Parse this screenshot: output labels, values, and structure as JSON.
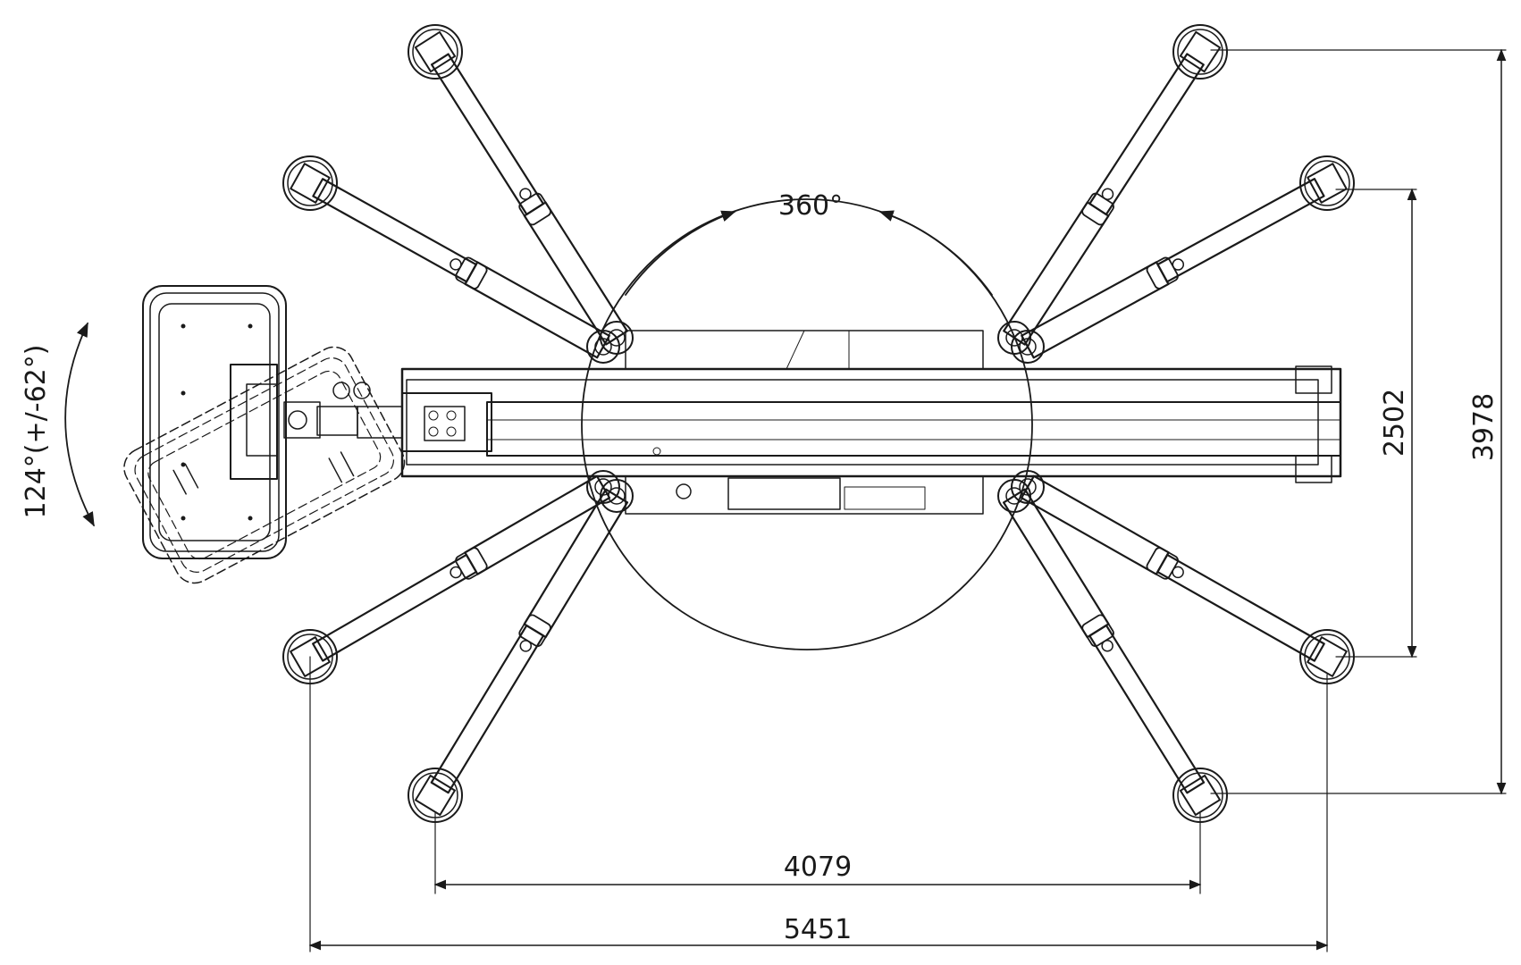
{
  "labels": {
    "rotation_turret": "360°",
    "rotation_basket": "124°(+/-62°)",
    "dim_inner_width": "4079",
    "dim_outer_width": "5451",
    "dim_inner_height": "2502",
    "dim_outer_height": "3978"
  },
  "colors": {
    "line": "#1a1a1a",
    "background": "#ffffff"
  }
}
